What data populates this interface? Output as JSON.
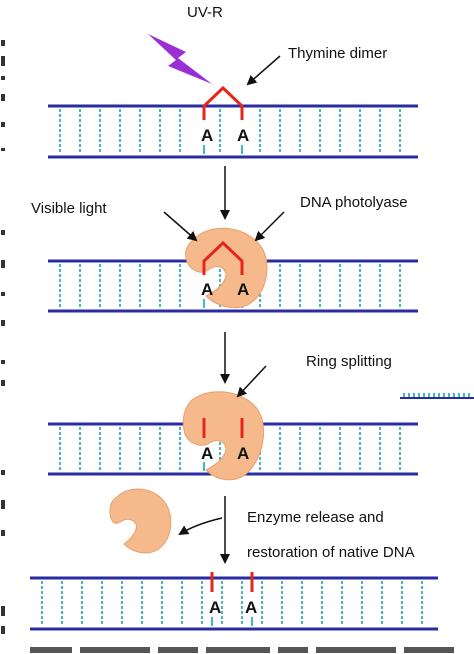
{
  "labels": {
    "uv": "UV-R",
    "thymine_dimer": "Thymine dimer",
    "visible_light": "Visible light",
    "dna_photolyase": "DNA photolyase",
    "ring_splitting": "Ring splitting",
    "enzyme_release_1": "Enzyme release and",
    "enzyme_release_2": "restoration of native DNA"
  },
  "base_letter": "A",
  "colors": {
    "strand": "#2b2ba6",
    "rung": "#49b6c8",
    "dimer": "#e5261a",
    "enzyme": "#f5b98c",
    "enzyme_edge": "#e7a06f",
    "uv_bolt": "#9b2fd6",
    "arrow": "#111111"
  }
}
